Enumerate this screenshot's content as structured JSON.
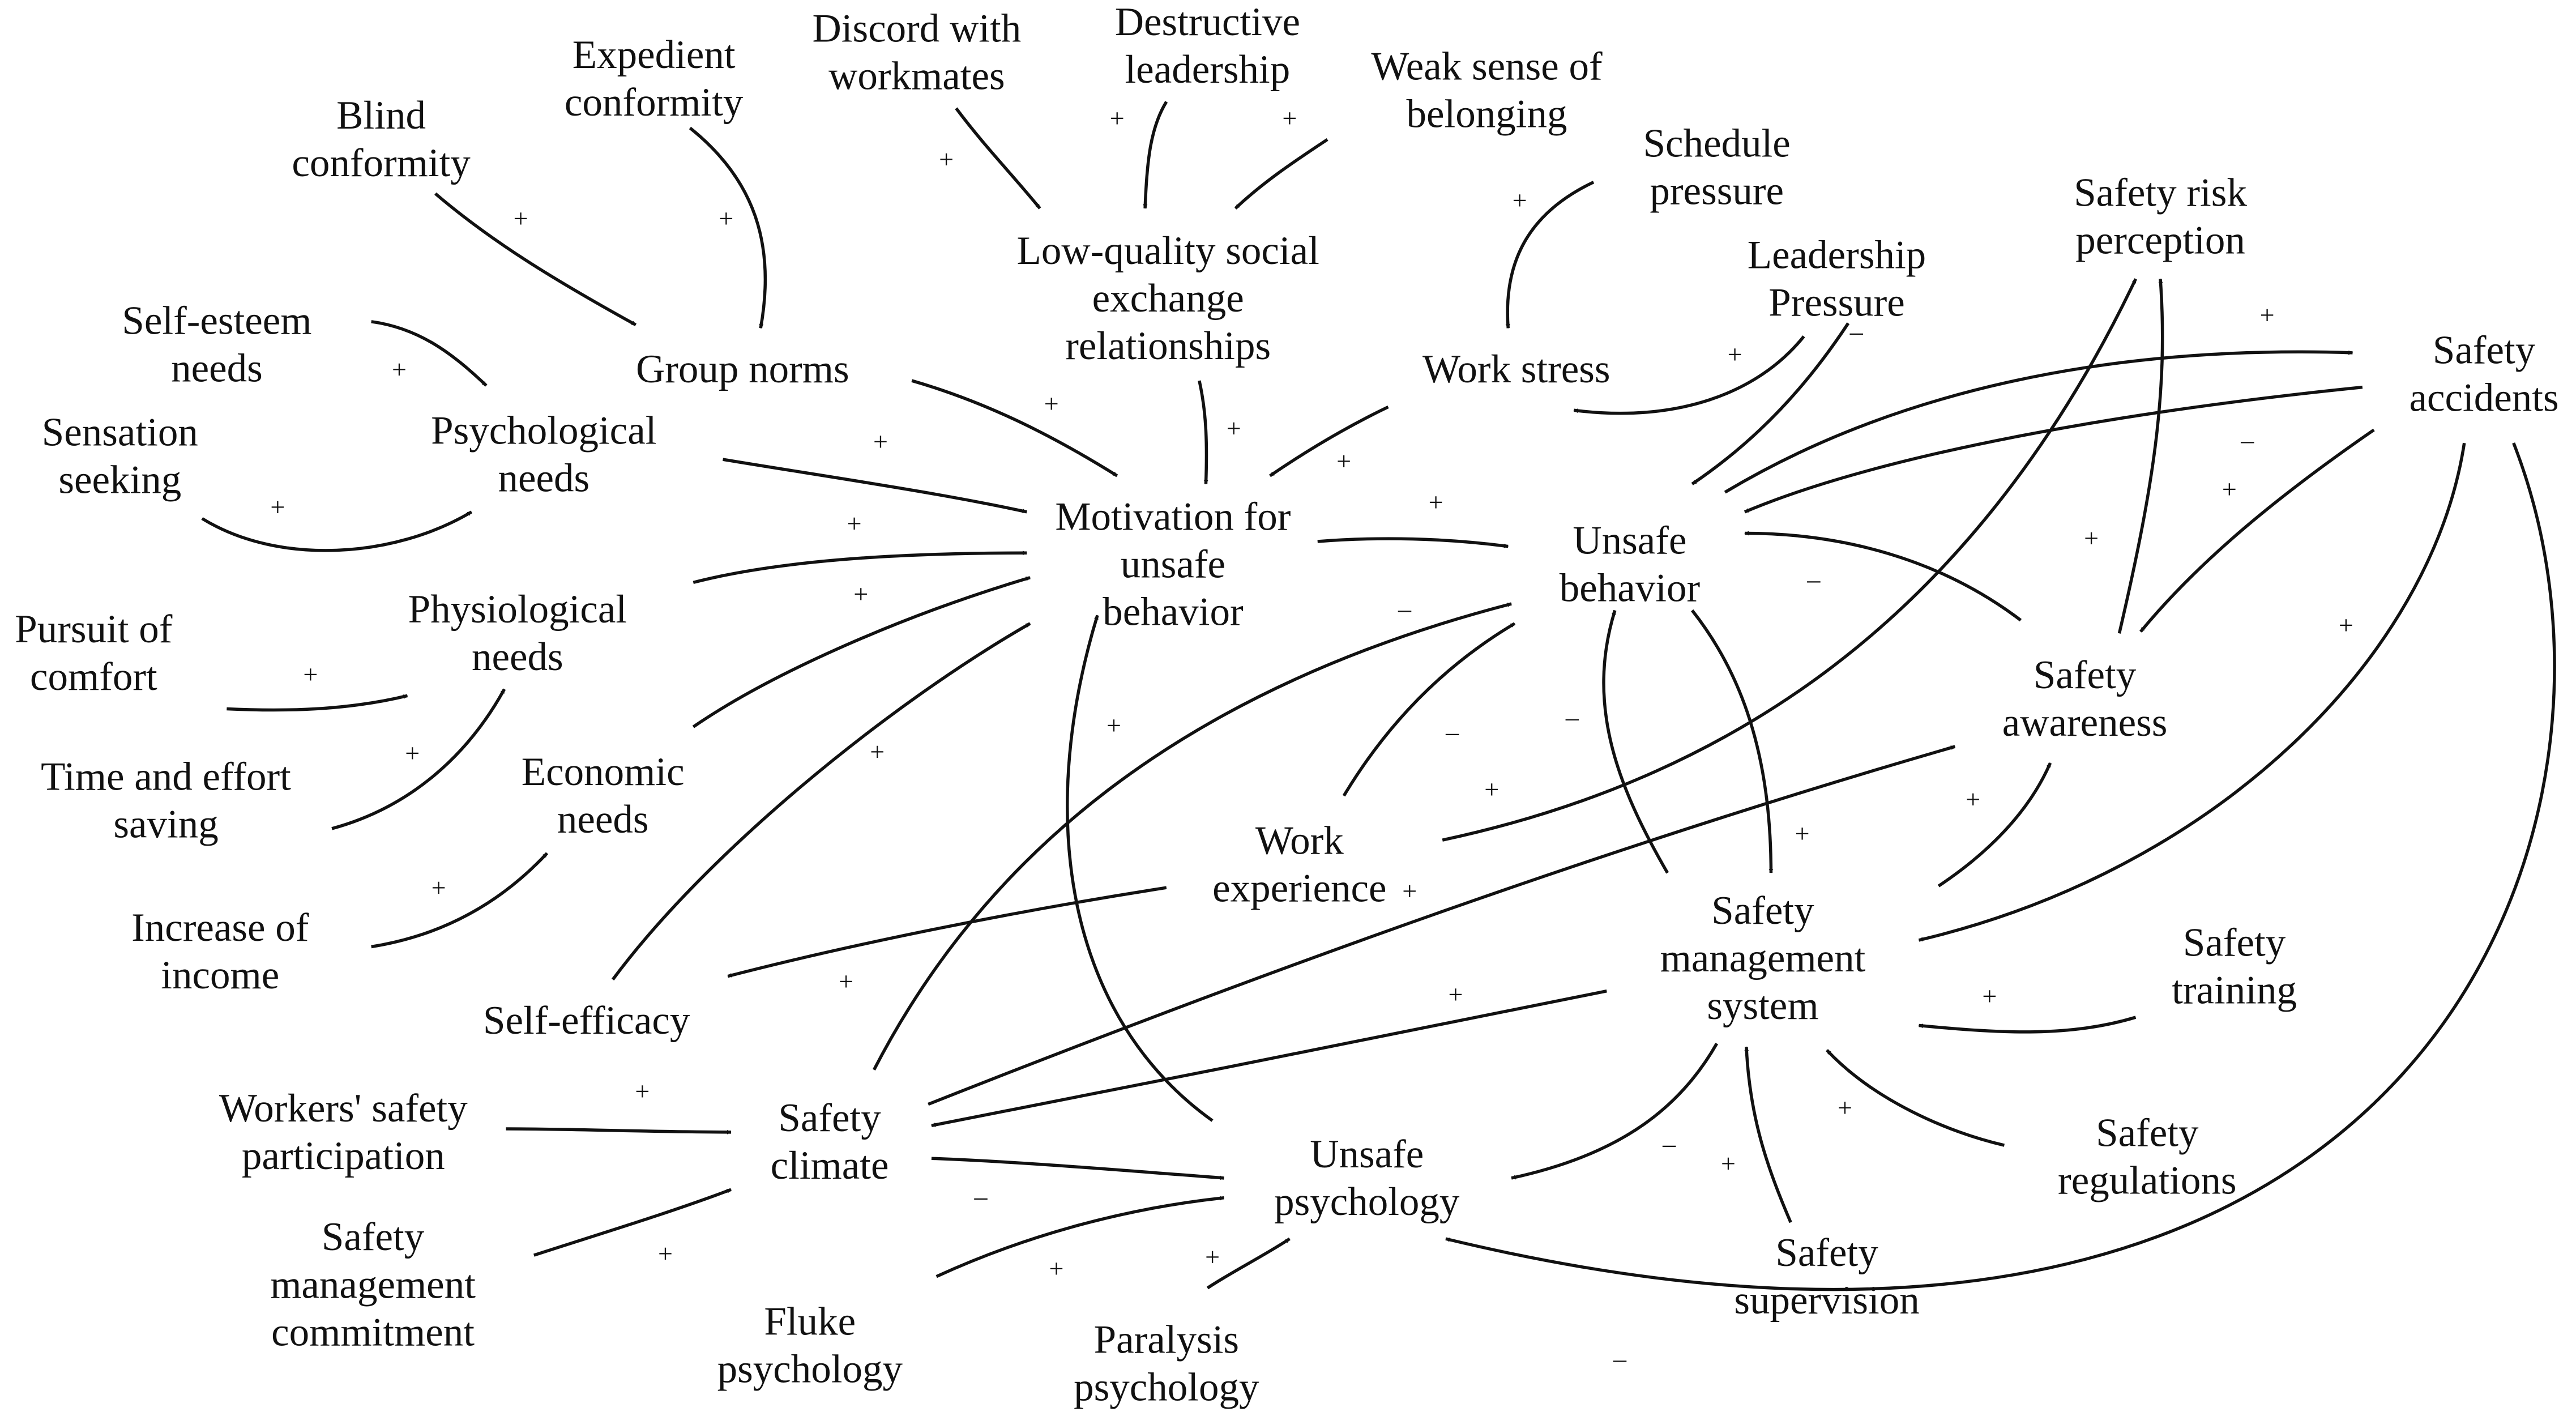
{
  "nodes": [
    {
      "id": "blind_conformity",
      "lines": [
        "Blind",
        "conformity"
      ]
    },
    {
      "id": "expedient_conformity",
      "lines": [
        "Expedient",
        "conformity"
      ]
    },
    {
      "id": "discord",
      "lines": [
        "Discord with",
        "workmates"
      ]
    },
    {
      "id": "destructive_leadership",
      "lines": [
        "Destructive",
        "leadership"
      ]
    },
    {
      "id": "weak_belonging",
      "lines": [
        "Weak sense of",
        "belonging"
      ]
    },
    {
      "id": "schedule_pressure",
      "lines": [
        "Schedule",
        "pressure"
      ]
    },
    {
      "id": "safety_risk_perception",
      "lines": [
        "Safety risk",
        "perception"
      ]
    },
    {
      "id": "leadership_pressure",
      "lines": [
        "Leadership",
        "Pressure"
      ]
    },
    {
      "id": "safety_accidents",
      "lines": [
        "Safety",
        "accidents"
      ]
    },
    {
      "id": "self_esteem",
      "lines": [
        "Self-esteem",
        "needs"
      ]
    },
    {
      "id": "group_norms",
      "lines": [
        "Group norms"
      ]
    },
    {
      "id": "low_quality_ser",
      "lines": [
        "Low-quality social",
        "exchange",
        "relationships"
      ]
    },
    {
      "id": "work_stress",
      "lines": [
        "Work stress"
      ]
    },
    {
      "id": "sensation_seeking",
      "lines": [
        "Sensation",
        "seeking"
      ]
    },
    {
      "id": "psychological_needs",
      "lines": [
        "Psychological",
        "needs"
      ]
    },
    {
      "id": "motivation",
      "lines": [
        "Motivation for",
        "unsafe",
        "behavior"
      ]
    },
    {
      "id": "unsafe_behavior",
      "lines": [
        "Unsafe",
        "behavior"
      ]
    },
    {
      "id": "physiological_needs",
      "lines": [
        "Physiological",
        "needs"
      ]
    },
    {
      "id": "pursuit_comfort",
      "lines": [
        "Pursuit of",
        "comfort"
      ]
    },
    {
      "id": "safety_awareness",
      "lines": [
        "Safety",
        "awareness"
      ]
    },
    {
      "id": "time_effort",
      "lines": [
        "Time and effort",
        "saving"
      ]
    },
    {
      "id": "economic_needs",
      "lines": [
        "Economic",
        "needs"
      ]
    },
    {
      "id": "work_experience",
      "lines": [
        "Work",
        "experience"
      ]
    },
    {
      "id": "safety_mgmt_system",
      "lines": [
        "Safety",
        "management",
        "system"
      ]
    },
    {
      "id": "increase_income",
      "lines": [
        "Increase of",
        "income"
      ]
    },
    {
      "id": "safety_training",
      "lines": [
        "Safety",
        "training"
      ]
    },
    {
      "id": "self_efficacy",
      "lines": [
        "Self-efficacy"
      ]
    },
    {
      "id": "workers_participation",
      "lines": [
        "Workers' safety",
        "participation"
      ]
    },
    {
      "id": "safety_climate",
      "lines": [
        "Safety",
        "climate"
      ]
    },
    {
      "id": "unsafe_psychology",
      "lines": [
        "Unsafe",
        "psychology"
      ]
    },
    {
      "id": "safety_regulations",
      "lines": [
        "Safety",
        "regulations"
      ]
    },
    {
      "id": "safety_mgmt_commitment",
      "lines": [
        "Safety",
        "management",
        "commitment"
      ]
    },
    {
      "id": "safety_supervision",
      "lines": [
        "Safety",
        "supervision"
      ]
    },
    {
      "id": "fluke_psychology",
      "lines": [
        "Fluke",
        "psychology"
      ]
    },
    {
      "id": "paralysis_psychology",
      "lines": [
        "Paralysis",
        "psychology"
      ]
    }
  ],
  "edges": [
    {
      "from": "blind_conformity",
      "to": "group_norms",
      "polarity": "+"
    },
    {
      "from": "expedient_conformity",
      "to": "group_norms",
      "polarity": "+"
    },
    {
      "from": "discord",
      "to": "low_quality_ser",
      "polarity": "+"
    },
    {
      "from": "destructive_leadership",
      "to": "low_quality_ser",
      "polarity": "+"
    },
    {
      "from": "weak_belonging",
      "to": "low_quality_ser",
      "polarity": "+"
    },
    {
      "from": "schedule_pressure",
      "to": "work_stress",
      "polarity": "+"
    },
    {
      "from": "leadership_pressure",
      "to": "work_stress",
      "polarity": "+"
    },
    {
      "from": "self_esteem",
      "to": "psychological_needs",
      "polarity": "+"
    },
    {
      "from": "sensation_seeking",
      "to": "psychological_needs",
      "polarity": "+"
    },
    {
      "from": "group_norms",
      "to": "motivation",
      "polarity": "+"
    },
    {
      "from": "low_quality_ser",
      "to": "motivation",
      "polarity": "+"
    },
    {
      "from": "work_stress",
      "to": "motivation",
      "polarity": "+"
    },
    {
      "from": "psychological_needs",
      "to": "motivation",
      "polarity": "+"
    },
    {
      "from": "physiological_needs",
      "to": "motivation",
      "polarity": "+"
    },
    {
      "from": "economic_needs",
      "to": "motivation",
      "polarity": "+"
    },
    {
      "from": "self_efficacy",
      "to": "motivation",
      "polarity": "+"
    },
    {
      "from": "pursuit_comfort",
      "to": "physiological_needs",
      "polarity": "+"
    },
    {
      "from": "time_effort",
      "to": "physiological_needs",
      "polarity": "+"
    },
    {
      "from": "increase_income",
      "to": "economic_needs",
      "polarity": "+"
    },
    {
      "from": "motivation",
      "to": "unsafe_behavior",
      "polarity": "+"
    },
    {
      "from": "leadership_pressure",
      "to": "unsafe_behavior",
      "polarity": "–"
    },
    {
      "from": "unsafe_behavior",
      "to": "safety_accidents",
      "polarity": "+"
    },
    {
      "from": "safety_accidents",
      "to": "unsafe_behavior",
      "polarity": "–"
    },
    {
      "from": "safety_accidents",
      "to": "safety_awareness",
      "polarity": "+"
    },
    {
      "from": "safety_accidents",
      "to": "safety_mgmt_system",
      "polarity": "+"
    },
    {
      "from": "safety_accidents",
      "to": "unsafe_psychology",
      "polarity": "–"
    },
    {
      "from": "safety_awareness",
      "to": "safety_risk_perception",
      "polarity": "+"
    },
    {
      "from": "safety_awareness",
      "to": "unsafe_behavior",
      "polarity": "–"
    },
    {
      "from": "work_experience",
      "to": "safety_risk_perception",
      "polarity": "+"
    },
    {
      "from": "work_experience",
      "to": "unsafe_behavior",
      "polarity": "–"
    },
    {
      "from": "work_experience",
      "to": "self_efficacy",
      "polarity": "+"
    },
    {
      "from": "safety_climate",
      "to": "unsafe_behavior",
      "polarity": "–"
    },
    {
      "from": "safety_climate",
      "to": "safety_awareness",
      "polarity": "+"
    },
    {
      "from": "safety_climate",
      "to": "unsafe_psychology",
      "polarity": "–"
    },
    {
      "from": "unsafe_behavior",
      "to": "safety_mgmt_system",
      "polarity": "+"
    },
    {
      "from": "safety_mgmt_system",
      "to": "unsafe_behavior",
      "polarity": "–"
    },
    {
      "from": "safety_mgmt_system",
      "to": "safety_awareness",
      "polarity": "+"
    },
    {
      "from": "safety_mgmt_system",
      "to": "safety_climate",
      "polarity": "+"
    },
    {
      "from": "safety_mgmt_system",
      "to": "unsafe_psychology",
      "polarity": "–"
    },
    {
      "from": "safety_training",
      "to": "safety_mgmt_system",
      "polarity": "+"
    },
    {
      "from": "safety_regulations",
      "to": "safety_mgmt_system",
      "polarity": "+"
    },
    {
      "from": "safety_supervision",
      "to": "safety_mgmt_system",
      "polarity": "+"
    },
    {
      "from": "workers_participation",
      "to": "safety_climate",
      "polarity": "+"
    },
    {
      "from": "safety_mgmt_commitment",
      "to": "safety_climate",
      "polarity": "+"
    },
    {
      "from": "unsafe_psychology",
      "to": "motivation",
      "polarity": "+"
    },
    {
      "from": "fluke_psychology",
      "to": "unsafe_psychology",
      "polarity": "+"
    },
    {
      "from": "paralysis_psychology",
      "to": "unsafe_psychology",
      "polarity": "+"
    }
  ]
}
